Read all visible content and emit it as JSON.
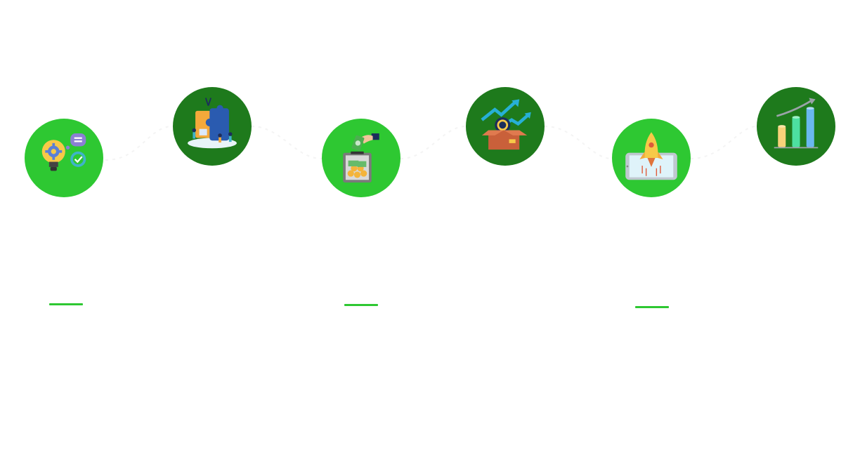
{
  "colors": {
    "light_green": "#2ec832",
    "dark_green": "#1e7a1c",
    "underline": "#2ec832"
  },
  "steps": [
    {
      "icon": "lightbulb-gear-idea-icon",
      "style": "light"
    },
    {
      "icon": "puzzle-team-icon",
      "style": "dark"
    },
    {
      "icon": "money-donation-box-icon",
      "style": "light"
    },
    {
      "icon": "product-box-growth-icon",
      "style": "dark"
    },
    {
      "icon": "phone-rocket-launch-icon",
      "style": "light"
    },
    {
      "icon": "bar-chart-growth-icon",
      "style": "dark"
    }
  ]
}
